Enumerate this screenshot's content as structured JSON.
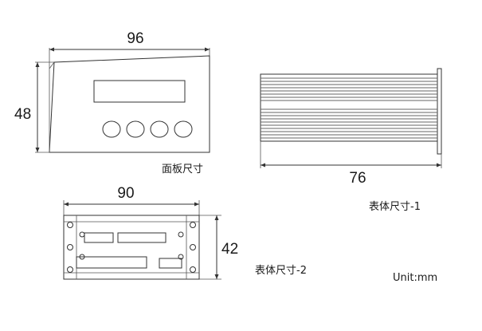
{
  "panel_view": {
    "width_label": "96",
    "height_label": "48",
    "caption": "面板尺寸"
  },
  "side_view": {
    "length_label": "76",
    "caption": "表体尺寸-1"
  },
  "rear_view": {
    "width_label": "90",
    "height_label": "42",
    "caption": "表体尺寸-2"
  },
  "units_label": "Unit:mm",
  "colors": {
    "line": "#333333",
    "text": "#1a1a1a",
    "background": "#ffffff"
  }
}
